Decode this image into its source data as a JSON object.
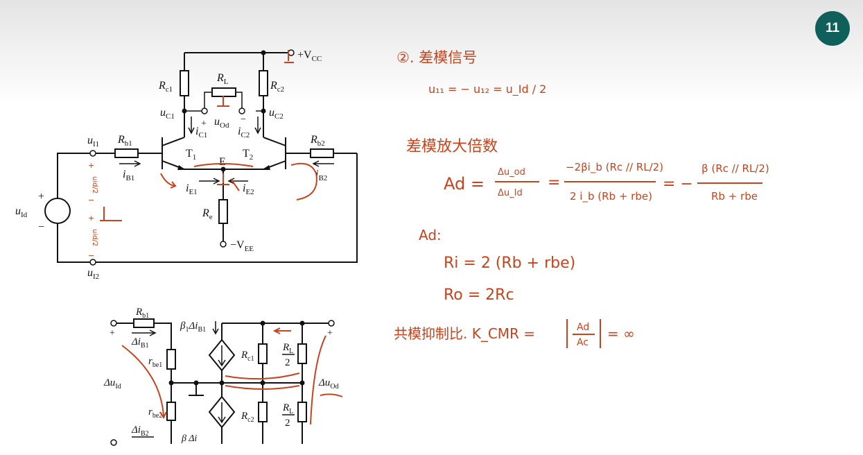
{
  "slide": {
    "number": "11"
  },
  "circuit": {
    "vcc": "+V",
    "vcc_sub": "CC",
    "vee": "−V",
    "vee_sub": "EE",
    "rc1": "R",
    "rc1_sub": "c1",
    "rc2": "R",
    "rc2_sub": "c2",
    "rl": "R",
    "rl_sub": "L",
    "uc1": "u",
    "uc1_sub": "C1",
    "uc2": "u",
    "uc2_sub": "C2",
    "uod": "u",
    "uod_sub": "Od",
    "ic1": "i",
    "ic1_sub": "C1",
    "ic2": "i",
    "ic2_sub": "C2",
    "rb1": "R",
    "rb1_sub": "b1",
    "rb2": "R",
    "rb2_sub": "b2",
    "ui1": "u",
    "ui1_sub": "I1",
    "ui2": "u",
    "ui2_sub": "I2",
    "ib1": "i",
    "ib1_sub": "B1",
    "ib2": "i",
    "ib2_sub": "B2",
    "t1": "T",
    "t1_sub": "1",
    "t2": "T",
    "t2_sub": "2",
    "e": "E",
    "ie1": "i",
    "ie1_sub": "E1",
    "ie2": "i",
    "ie2_sub": "E2",
    "re": "R",
    "re_sub": "e",
    "uid": "u",
    "uid_sub": "Id",
    "plus": "+",
    "minus": "−",
    "half_top": "uid/2",
    "half_bot": "uid/2"
  },
  "equiv": {
    "rb1": "R",
    "rb1_sub": "b1",
    "dib1": "Δi",
    "dib1_sub": "B1",
    "rbe1": "r",
    "rbe1_sub": "be1",
    "rbe2": "r",
    "rbe2_sub": "be2",
    "duid": "Δu",
    "duid_sub": "Id",
    "dib2": "Δi",
    "dib2_sub": "B2",
    "src": "β",
    "src_sub": "1",
    "src_mid": "Δi",
    "src_sub2": "B1",
    "src2": "β Δi",
    "rc1": "R",
    "rc1_sub": "c1",
    "rc2": "R",
    "rc2_sub": "c2",
    "rl_top": "R",
    "rl_top_sub": "L",
    "rl_den": "2",
    "duod": "Δu",
    "duod_sub": "Od",
    "plus": "+"
  },
  "notes": {
    "heading": "②. 差模信号",
    "line1": "u₁₁ = − u₁₂ = u_Id / 2",
    "gain_heading": "差模放大倍数",
    "ad_lhs": "Ad =",
    "ad_f1_num": "Δu_od",
    "ad_f1_den": "Δu_Id",
    "ad_eq1": "=",
    "ad_f2_num": "−2βi_b (Rc // RL/2)",
    "ad_f2_den": "2 i_b (Rb + rbe)",
    "ad_eq2": "= −",
    "ad_f3_num": "β (Rc // RL/2)",
    "ad_f3_den": "Rb + rbe",
    "ad_label": "Ad:",
    "ri": "Ri  =  2 (Rb + rbe)",
    "ro": "Ro   =   2Rc",
    "cmrr": "共模抑制比.   K_CMR =",
    "cmrr_num": "Ad",
    "cmrr_den": "Ac",
    "cmrr_val": "= ∞"
  }
}
